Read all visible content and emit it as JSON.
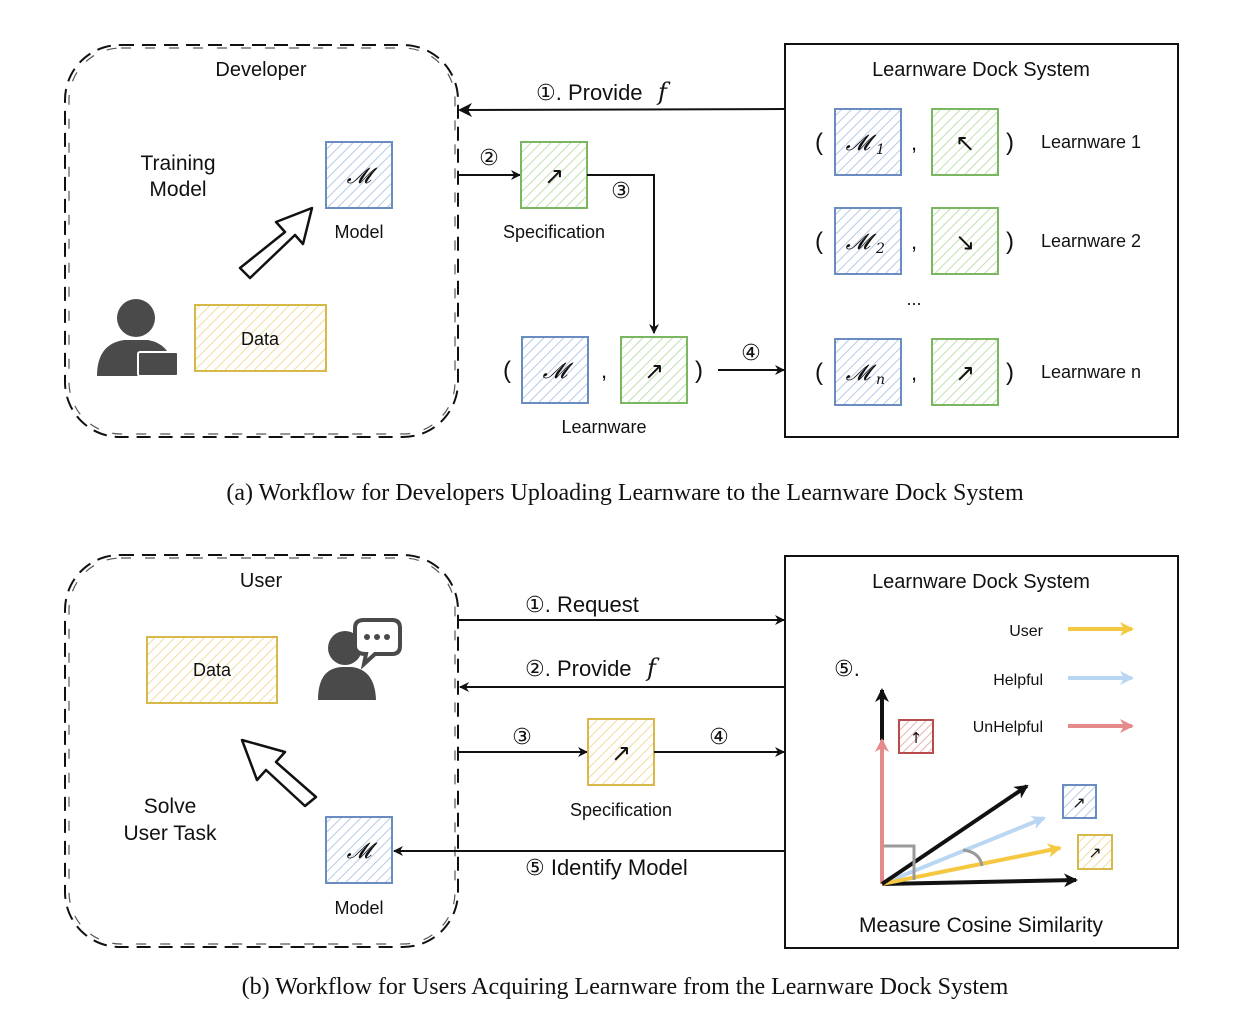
{
  "panel_a": {
    "developer_title": "Developer",
    "training_line1": "Training",
    "training_line2": "Model",
    "model_symbol": "𝓜",
    "model_label": "Model",
    "data_label": "Data",
    "step1_label": "①. Provide",
    "f_symbol": "f",
    "step2": "②",
    "step3": "③",
    "step4": "④",
    "spec_label": "Specification",
    "spec_glyph": "↗",
    "learnware_label": "Learnware",
    "dock_title": "Learnware Dock System",
    "dock_items": [
      {
        "model": "𝓜",
        "sub": "1",
        "spec": "↖",
        "label": "Learnware 1"
      },
      {
        "model": "𝓜",
        "sub": "2",
        "spec": "↘",
        "label": "Learnware 2"
      },
      {
        "model": "𝓜",
        "sub": "n",
        "spec": "↗",
        "label": "Learnware n"
      }
    ],
    "ellipsis": "...",
    "open_paren": "(",
    "close_paren": ")",
    "comma": ",",
    "caption": "(a) Workflow for Developers Uploading Learnware to the Learnware Dock System"
  },
  "panel_b": {
    "user_title": "User",
    "data_label": "Data",
    "solve_line1": "Solve",
    "solve_line2": "User Task",
    "model_symbol": "𝓜",
    "model_label": "Model",
    "step1_label": "①. Request",
    "step2_label": "②. Provide",
    "f_symbol": "f",
    "step3": "③",
    "step4": "④",
    "step5_label": "⑤ Identify Model",
    "spec_label": "Specification",
    "spec_glyph": "↗",
    "dock_title": "Learnware Dock System",
    "step5_marker": "⑤.",
    "legend": [
      {
        "label": "User",
        "color": "#f5c842"
      },
      {
        "label": "Helpful",
        "color": "#b9d6f2"
      },
      {
        "label": "UnHelpful",
        "color": "#e58a8a"
      }
    ],
    "mini_up": "↑",
    "mini_ne": "↗",
    "measure_label": "Measure Cosine Similarity",
    "caption": "(b) Workflow for Users Acquiring Learnware from the Learnware Dock System"
  },
  "colors": {
    "model_blue": "#6b8cc0",
    "spec_green": "#7bb661",
    "data_yellow": "#d9b84a",
    "unhelpful_red": "#b84b4b"
  }
}
